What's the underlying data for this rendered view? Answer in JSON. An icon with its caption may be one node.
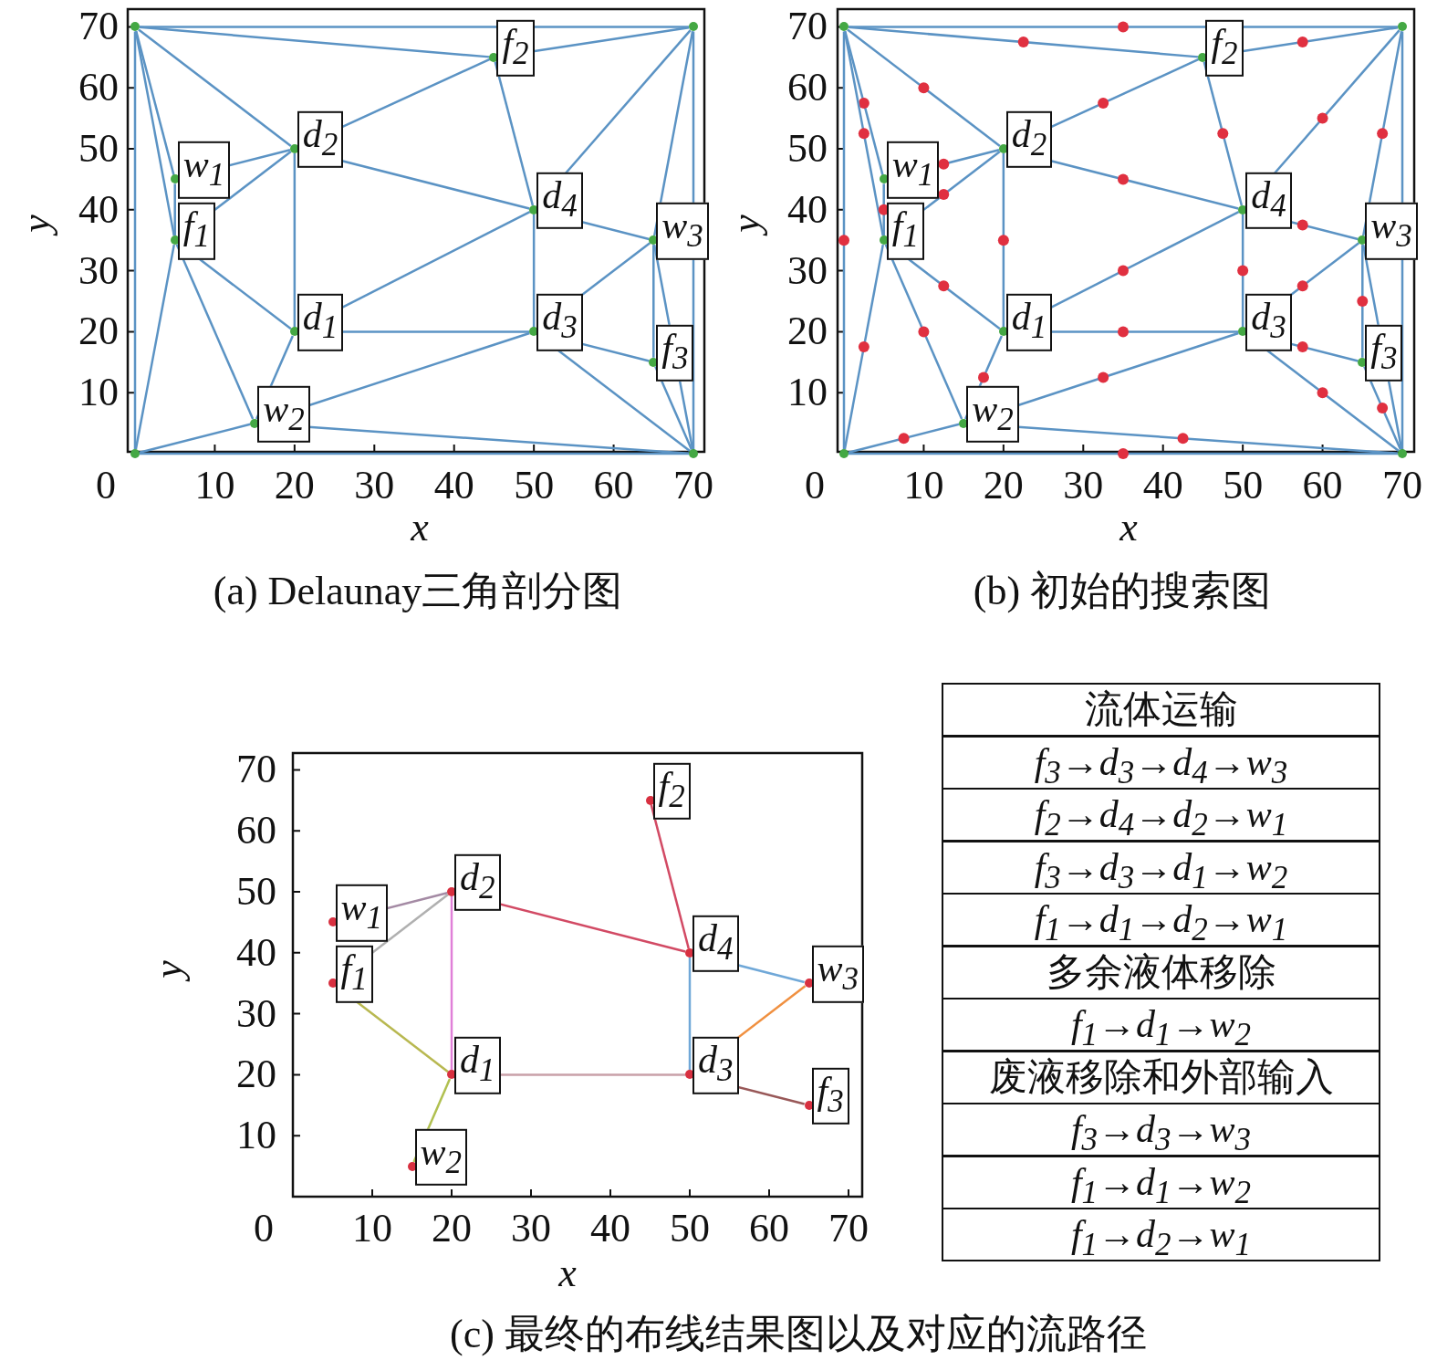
{
  "diagram": {
    "nodes": [
      {
        "text": [],
        "shape": "circle"
      },
      {
        "text": [],
        "shape": "circle",
        "beside": [
          "f$_{2}$"
        ]
      },
      {
        "text": [],
        "shape": "circle"
      },
      {
        "text": [],
        "shape": "circle",
        "beside": [
          "d$_{2}$"
        ]
      },
      {
        "text": [],
        "shape": "circle",
        "beside": [
          "w$_{1}$"
        ]
      },
      {
        "text": [],
        "shape": "circle",
        "beside": [
          "d$_{4}$"
        ]
      },
      {
        "text": [],
        "shape": "circle",
        "beside": [
          "w$_{3}$"
        ]
      },
      {
        "text": [],
        "shape": "circle",
        "beside": [
          "f$_{1}$"
        ]
      },
      {
        "text": [],
        "shape": "circle",
        "beside": [
          "d$_{1}$"
        ]
      },
      {
        "text": [],
        "shape": "circle",
        "beside": [
          "d$_{3}$"
        ]
      },
      {
        "text": [],
        "shape": "circle",
        "beside": [
          "f$_{3}$"
        ]
      },
      {
        "text": [],
        "shape": "circle",
        "beside": [
          "w$_{2}$"
        ]
      },
      {
        "text": [],
        "shape": "circle"
      },
      {
        "text": [],
        "shape": "circle"
      },
      {
        "text": [],
        "shape": "circle"
      },
      {
        "text": [],
        "shape": "circle",
        "beside": [
          "f$_{2}$"
        ]
      },
      {
        "text": [],
        "shape": "circle"
      },
      {
        "text": [],
        "shape": "circle",
        "beside": [
          "d$_{2}$"
        ]
      },
      {
        "text": [],
        "shape": "circle",
        "beside": [
          "w$_{1}$"
        ]
      },
      {
        "text": [],
        "shape": "circle",
        "beside": [
          "d$_{4}$"
        ]
      },
      {
        "text": [],
        "shape": "circle",
        "beside": [
          "w$_{3}$"
        ]
      },
      {
        "text": [],
        "shape": "circle",
        "beside": [
          "f$_{1}$"
        ]
      },
      {
        "text": [],
        "shape": "circle",
        "beside": [
          "d$_{1}$"
        ]
      },
      {
        "text": [],
        "shape": "circle",
        "beside": [
          "d$_{3}$"
        ]
      },
      {
        "text": [],
        "shape": "circle",
        "beside": [
          "f$_{3}$"
        ]
      },
      {
        "text": [],
        "shape": "circle",
        "beside": [
          "w$_{2}$"
        ]
      },
      {
        "text": [],
        "shape": "circle"
      },
      {
        "text": [],
        "shape": "circle"
      },
      {
        "text": [],
        "shape": "circle",
        "beside": [
          "f$_{2}$"
        ]
      },
      {
        "text": [],
        "shape": "circle",
        "beside": [
          "d$_{2}$"
        ]
      },
      {
        "text": [],
        "shape": "circle",
        "beside": [
          "w$_{1}$"
        ]
      },
      {
        "text": [],
        "shape": "circle",
        "beside": [
          "d$_{4}$"
        ]
      },
      {
        "text": [],
        "shape": "circle",
        "beside": [
          "w$_{3}$"
        ]
      },
      {
        "text": [],
        "shape": "circle",
        "beside": [
          "f$_{1}$"
        ]
      },
      {
        "text": [],
        "shape": "circle",
        "beside": [
          "d$_{1}$"
        ]
      },
      {
        "text": [],
        "shape": "circle",
        "beside": [
          "d$_{3}$"
        ]
      },
      {
        "text": [],
        "shape": "circle",
        "beside": [
          "f$_{3}$"
        ]
      },
      {
        "text": [],
        "shape": "circle",
        "beside": [
          "w$_{2}$"
        ]
      }
    ],
    "edges": [
      {
        "from": 0,
        "to": 2,
        "arrow": "none"
      },
      {
        "from": 0,
        "to": 1,
        "arrow": "none"
      },
      {
        "from": 1,
        "to": 2,
        "arrow": "none"
      },
      {
        "from": 0,
        "to": 3,
        "arrow": "none"
      },
      {
        "from": 0,
        "to": 4,
        "arrow": "none"
      },
      {
        "from": 0,
        "to": 7,
        "arrow": "none"
      },
      {
        "from": 0,
        "to": 12,
        "arrow": "none"
      },
      {
        "from": 1,
        "to": 3,
        "arrow": "none"
      },
      {
        "from": 1,
        "to": 5,
        "arrow": "none"
      },
      {
        "from": 2,
        "to": 5,
        "arrow": "none"
      },
      {
        "from": 2,
        "to": 6,
        "arrow": "none"
      },
      {
        "from": 2,
        "to": 13,
        "arrow": "none"
      },
      {
        "from": 4,
        "to": 3,
        "arrow": "none"
      },
      {
        "from": 7,
        "to": 3,
        "arrow": "none"
      },
      {
        "from": 4,
        "to": 7,
        "arrow": "none"
      },
      {
        "from": 7,
        "to": 12,
        "arrow": "none"
      },
      {
        "from": 7,
        "to": 8,
        "arrow": "none"
      },
      {
        "from": 7,
        "to": 11,
        "arrow": "none"
      },
      {
        "from": 3,
        "to": 8,
        "arrow": "none"
      },
      {
        "from": 3,
        "to": 5,
        "arrow": "none"
      },
      {
        "from": 8,
        "to": 5,
        "arrow": "none"
      },
      {
        "from": 8,
        "to": 9,
        "arrow": "none"
      },
      {
        "from": 8,
        "to": 11,
        "arrow": "none"
      },
      {
        "from": 11,
        "to": 12,
        "arrow": "none"
      },
      {
        "from": 11,
        "to": 13,
        "arrow": "none"
      },
      {
        "from": 11,
        "to": 9,
        "arrow": "none"
      },
      {
        "from": 5,
        "to": 9,
        "arrow": "none"
      },
      {
        "from": 5,
        "to": 6,
        "arrow": "none"
      },
      {
        "from": 9,
        "to": 6,
        "arrow": "none"
      },
      {
        "from": 9,
        "to": 10,
        "arrow": "none"
      },
      {
        "from": 9,
        "to": 13,
        "arrow": "none"
      },
      {
        "from": 6,
        "to": 10,
        "arrow": "none"
      },
      {
        "from": 6,
        "to": 13,
        "arrow": "none"
      },
      {
        "from": 10,
        "to": 13,
        "arrow": "none"
      },
      {
        "from": 12,
        "to": 13,
        "arrow": "none"
      },
      {
        "from": 14,
        "to": 16,
        "arrow": "none"
      },
      {
        "from": 14,
        "to": 15,
        "arrow": "none"
      },
      {
        "from": 15,
        "to": 16,
        "arrow": "none"
      },
      {
        "from": 14,
        "to": 17,
        "arrow": "none"
      },
      {
        "from": 14,
        "to": 18,
        "arrow": "none"
      },
      {
        "from": 14,
        "to": 21,
        "arrow": "none"
      },
      {
        "from": 14,
        "to": 26,
        "arrow": "none"
      },
      {
        "from": 15,
        "to": 17,
        "arrow": "none"
      },
      {
        "from": 15,
        "to": 19,
        "arrow": "none"
      },
      {
        "from": 16,
        "to": 19,
        "arrow": "none"
      },
      {
        "from": 16,
        "to": 20,
        "arrow": "none"
      },
      {
        "from": 16,
        "to": 27,
        "arrow": "none"
      },
      {
        "from": 18,
        "to": 17,
        "arrow": "none"
      },
      {
        "from": 21,
        "to": 17,
        "arrow": "none"
      },
      {
        "from": 18,
        "to": 21,
        "arrow": "none"
      },
      {
        "from": 21,
        "to": 26,
        "arrow": "none"
      },
      {
        "from": 21,
        "to": 22,
        "arrow": "none"
      },
      {
        "from": 21,
        "to": 25,
        "arrow": "none"
      },
      {
        "from": 17,
        "to": 22,
        "arrow": "none"
      },
      {
        "from": 17,
        "to": 19,
        "arrow": "none"
      },
      {
        "from": 22,
        "to": 19,
        "arrow": "none"
      },
      {
        "from": 22,
        "to": 23,
        "arrow": "none"
      },
      {
        "from": 22,
        "to": 25,
        "arrow": "none"
      },
      {
        "from": 25,
        "to": 26,
        "arrow": "none"
      },
      {
        "from": 25,
        "to": 27,
        "arrow": "none"
      },
      {
        "from": 25,
        "to": 23,
        "arrow": "none"
      },
      {
        "from": 19,
        "to": 23,
        "arrow": "none"
      },
      {
        "from": 19,
        "to": 20,
        "arrow": "none"
      },
      {
        "from": 23,
        "to": 20,
        "arrow": "none"
      },
      {
        "from": 23,
        "to": 24,
        "arrow": "none"
      },
      {
        "from": 23,
        "to": 27,
        "arrow": "none"
      },
      {
        "from": 20,
        "to": 24,
        "arrow": "none"
      },
      {
        "from": 20,
        "to": 27,
        "arrow": "none"
      },
      {
        "from": 24,
        "to": 27,
        "arrow": "none"
      },
      {
        "from": 26,
        "to": 27,
        "arrow": "none"
      },
      {
        "from": 30,
        "to": 29,
        "arrow": "none",
        "color": "#a48aa4"
      },
      {
        "from": 33,
        "to": 29,
        "arrow": "none",
        "color": "#b0b0b0"
      },
      {
        "from": 29,
        "to": 34,
        "arrow": "none",
        "color": "#e080d8"
      },
      {
        "from": 29,
        "to": 31,
        "arrow": "none",
        "color": "#d24a64"
      },
      {
        "from": 28,
        "to": 31,
        "arrow": "none",
        "color": "#d24a64"
      },
      {
        "from": 33,
        "to": 34,
        "arrow": "none",
        "color": "#b8b850"
      },
      {
        "from": 34,
        "to": 37,
        "arrow": "none",
        "color": "#b0c050"
      },
      {
        "from": 34,
        "to": 35,
        "arrow": "none",
        "color": "#c8a0a8"
      },
      {
        "from": 31,
        "to": 35,
        "arrow": "none",
        "color": "#70a8d8"
      },
      {
        "from": 31,
        "to": 32,
        "arrow": "none",
        "color": "#70a8d8"
      },
      {
        "from": 35,
        "to": 32,
        "arrow": "none",
        "color": "#f09040"
      },
      {
        "from": 35,
        "to": 36,
        "arrow": "none",
        "color": "#985858"
      }
    ],
    "labels": [
      "70",
      "60",
      "50",
      "40",
      "30",
      "20",
      "10",
      "y",
      "0",
      "10",
      "20",
      "30",
      "40",
      "50",
      "60",
      "70",
      "x",
      "(a) Delaunay三角剖分图",
      "70",
      "60",
      "50",
      "40",
      "30",
      "20",
      "10",
      "y",
      "0",
      "10",
      "20",
      "30",
      "40",
      "50",
      "60",
      "70",
      "x",
      "(b) 初始的搜索图",
      "70",
      "60",
      "50",
      "40",
      "30",
      "20",
      "10",
      "y",
      "0",
      "10",
      "20",
      "30",
      "40",
      "50",
      "60",
      "70",
      "x",
      "流体运输",
      "f$_{3}$→d$_{3}$→d$_{4}$→w$_{3}$",
      "f$_{2}$→d$_{4}$→d$_{2}$→w$_{1}$",
      "f$_{3}$→d$_{3}$→d$_{1}$→w$_{2}$",
      "f$_{1}$→d$_{1}$→d$_{2}$→w$_{1}$",
      "多余液体移除",
      "f$_{1}$→d$_{1}$→w$_{2}$",
      "废液移除和外部输入",
      "f$_{3}$→d$_{3}$→w$_{3}$",
      "f$_{1}$→d$_{1}$→w$_{2}$",
      "f$_{1}$→d$_{2}$→w$_{1}$",
      "(c) 最终的布线结果图以及对应的流路径"
    ]
  }
}
